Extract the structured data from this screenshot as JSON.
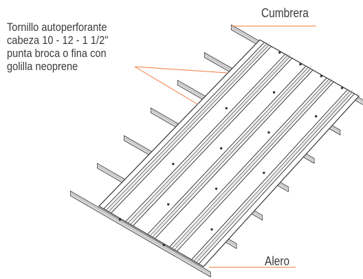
{
  "labels": {
    "screw_lines": [
      "Tornillo autoperforante",
      "cabeza 10 - 12 - 1 1/2\"",
      "punta broca o fina con",
      "golilla neoprene"
    ],
    "ridge": "Cumbrera",
    "eave": "Alero"
  },
  "colors": {
    "leader": "#f07a3a",
    "stroke": "#333333",
    "purlin_fill": "#d9d9d9",
    "purlin_shade": "#bdbdbd",
    "sheet_fill": "#ffffff"
  }
}
